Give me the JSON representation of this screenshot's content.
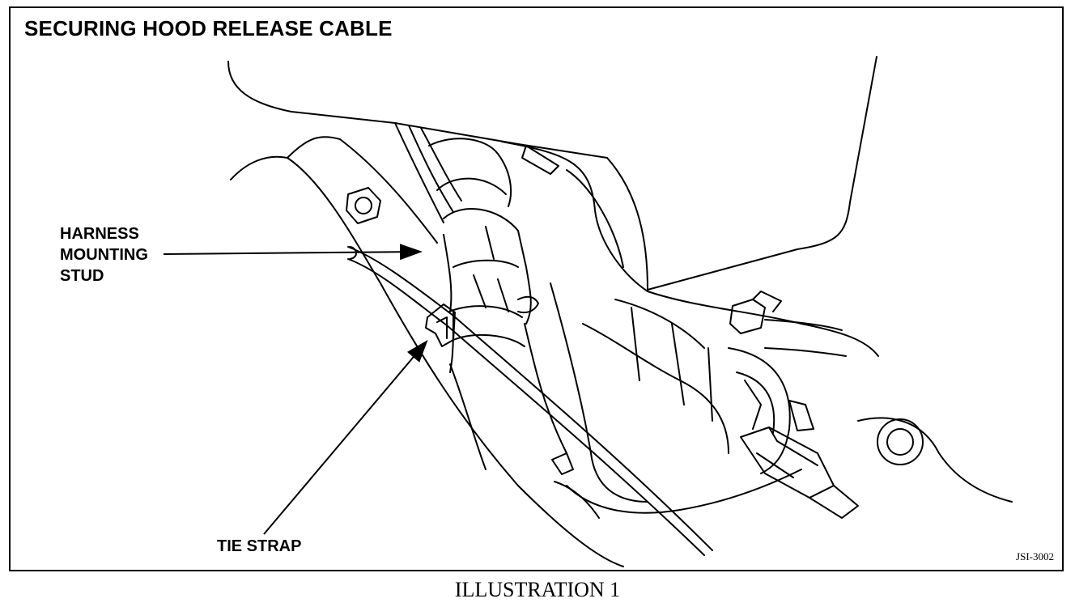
{
  "title": "SECURING HOOD RELEASE CABLE",
  "labels": {
    "harness_stud": [
      "HARNESS",
      "MOUNTING",
      "STUD"
    ],
    "tie_strap": "TIE STRAP"
  },
  "figure_code": "JSI-3002",
  "caption": "ILLUSTRATION 1"
}
